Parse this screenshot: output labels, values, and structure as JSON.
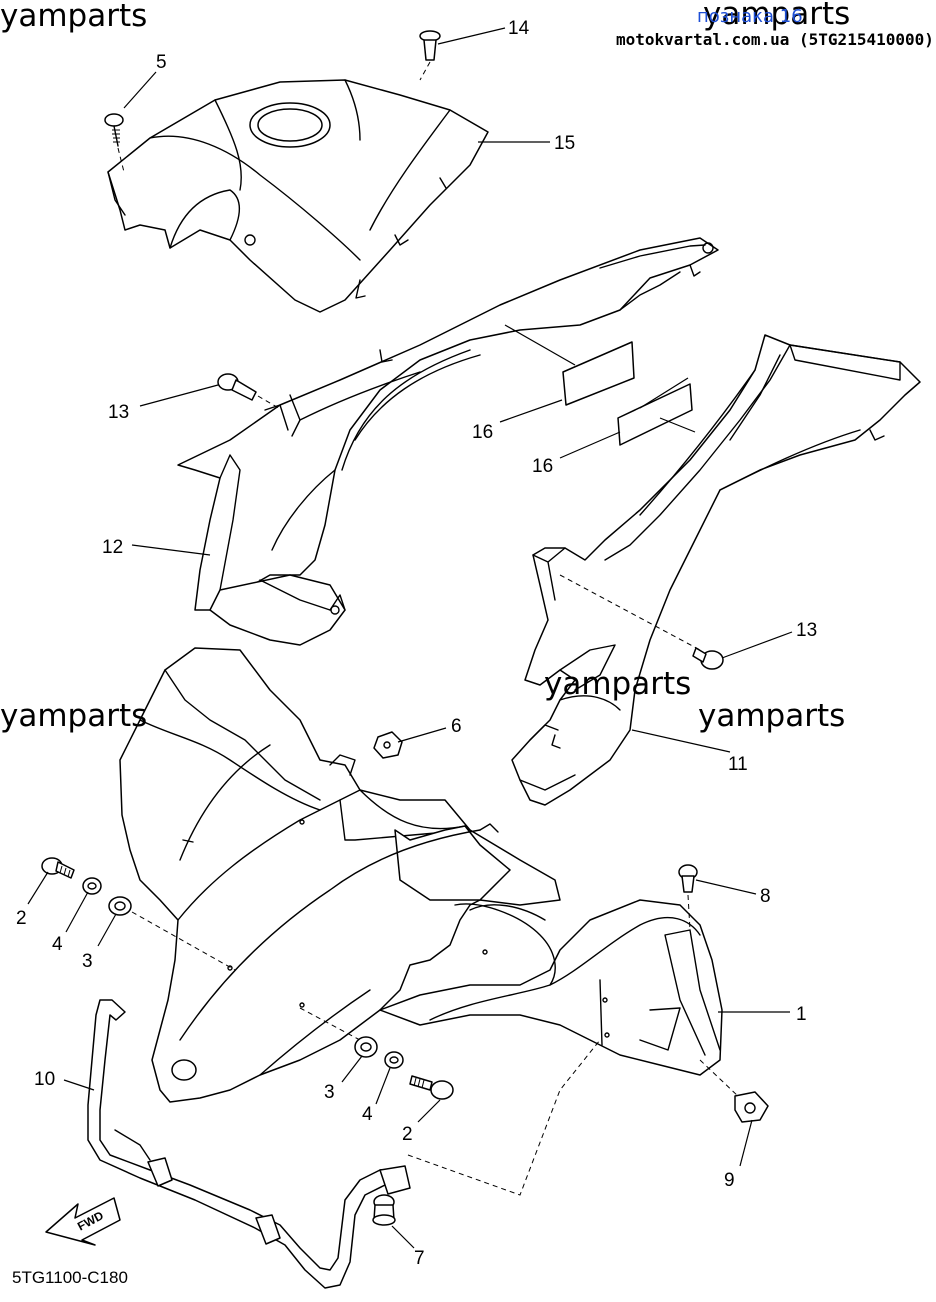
{
  "header": {
    "link_text": "познака 16",
    "site_text": "motokvartal.com.ua (5TG215410000)",
    "link_color": "#1e4fd6"
  },
  "watermarks": [
    "yamparts",
    "yamparts",
    "yamparts",
    "yamparts",
    "yamparts"
  ],
  "diagram_code": "5TG1100-C180",
  "fwd_label": "FWD",
  "callouts": [
    "14",
    "5",
    "15",
    "13",
    "16",
    "16",
    "12",
    "13",
    "6",
    "11",
    "2",
    "4",
    "3",
    "8",
    "1",
    "10",
    "3",
    "4",
    "2",
    "9",
    "7"
  ],
  "icons": {
    "fwd_arrow": "forward-arrow-icon"
  }
}
